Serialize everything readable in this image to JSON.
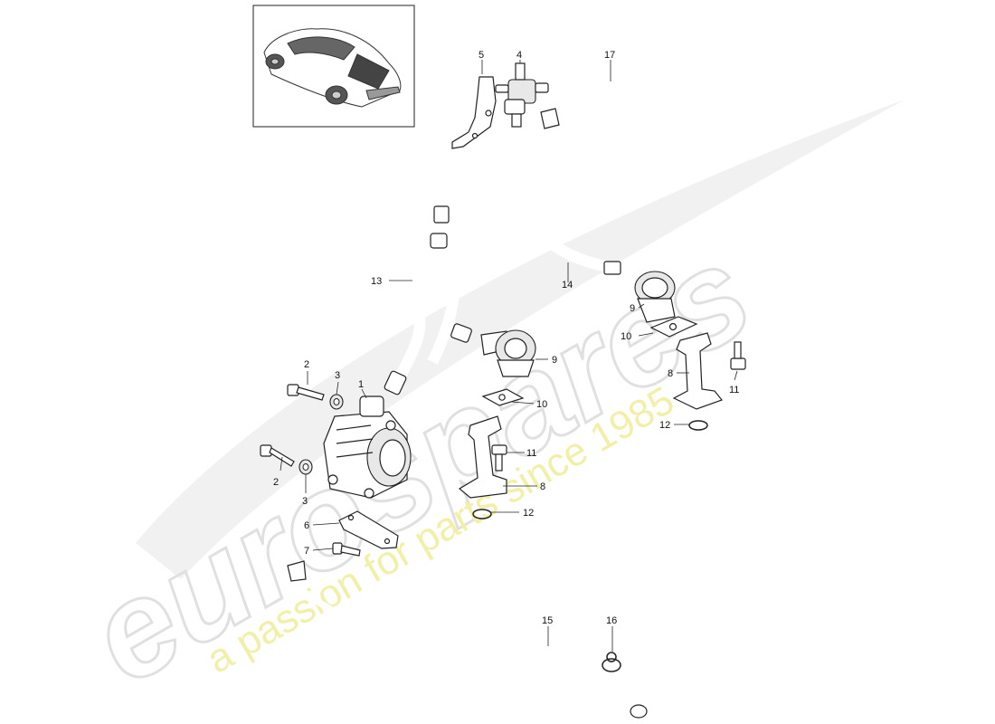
{
  "watermark": {
    "brand": "eurospares",
    "tagline": "a passion for parts since 1985",
    "brand_color": "#e4e4e4",
    "tagline_color": "#f2f0a8"
  },
  "colors": {
    "line": "#222222",
    "background": "#ffffff"
  },
  "callouts": {
    "c1": "1",
    "c2a": "2",
    "c2b": "2",
    "c3a": "3",
    "c3b": "3",
    "c4": "4",
    "c5": "5",
    "c6": "6",
    "c7": "7",
    "c8a": "8",
    "c8b": "8",
    "c9a": "9",
    "c9b": "9",
    "c10a": "10",
    "c10b": "10",
    "c11a": "11",
    "c11b": "11",
    "c12a": "12",
    "c12b": "12",
    "c13": "13",
    "c14": "14",
    "c15": "15",
    "c16": "16",
    "c17": "17"
  }
}
